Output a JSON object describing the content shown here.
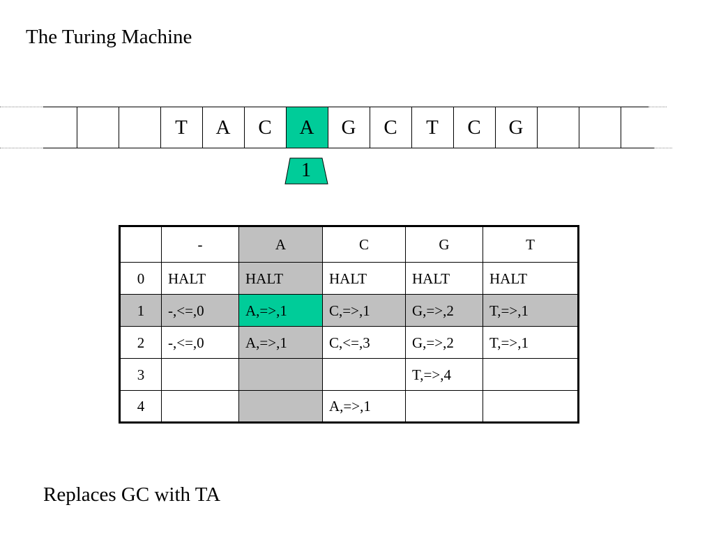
{
  "title": "The Turing Machine",
  "tape": {
    "cells": [
      "",
      "",
      "",
      "T",
      "A",
      "C",
      "A",
      "G",
      "C",
      "T",
      "C",
      "G",
      "",
      "",
      ""
    ],
    "head_index": 6,
    "head_state": "1"
  },
  "table": {
    "header": [
      "",
      "-",
      "A",
      "C",
      "G",
      "T"
    ],
    "rows": [
      [
        "0",
        "HALT",
        "HALT",
        "HALT",
        "HALT",
        "HALT"
      ],
      [
        "1",
        "-,<=,0",
        "A,=>,1",
        "C,=>,1",
        "G,=>,2",
        "T,=>,1"
      ],
      [
        "2",
        "-,<=,0",
        "A,=>,1",
        "C,<=,3",
        "G,=>,2",
        "T,=>,1"
      ],
      [
        "3",
        "",
        "",
        "",
        "T,=>,4",
        ""
      ],
      [
        "4",
        "",
        "",
        "A,=>,1",
        "",
        ""
      ]
    ],
    "current_state_row": 1,
    "current_symbol_column": 2
  },
  "colors": {
    "highlight": "#00cc99",
    "shade": "#c0c0c0"
  },
  "footer": "Replaces GC with TA"
}
